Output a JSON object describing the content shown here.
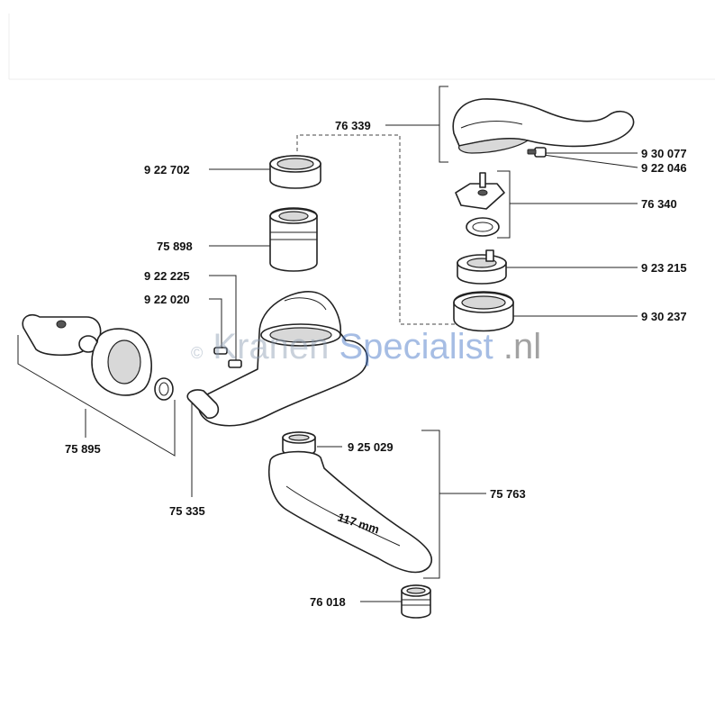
{
  "labels": {
    "p76339": "76 339",
    "p930077": "9 30 077",
    "p922046": "9 22 046",
    "p922702": "9 22 702",
    "p76340": "76 340",
    "p75898": "75 898",
    "p922225": "9 22 225",
    "p922020": "9 22 020",
    "p923215": "9 23 215",
    "p930237": "9 30 237",
    "p75895": "75 895",
    "p925029": "9 25 029",
    "p75763": "75 763",
    "p75335": "75 335",
    "p76018": "76 018"
  },
  "dimension": "117 mm",
  "watermark": {
    "copyright": "©",
    "word1": "Kranen",
    "word2": "Specialist",
    "suffix": ".nl",
    "color1": "#8a9bb0",
    "color2": "#3b6fc4"
  },
  "colors": {
    "ink": "#222222",
    "paper": "#ffffff"
  }
}
